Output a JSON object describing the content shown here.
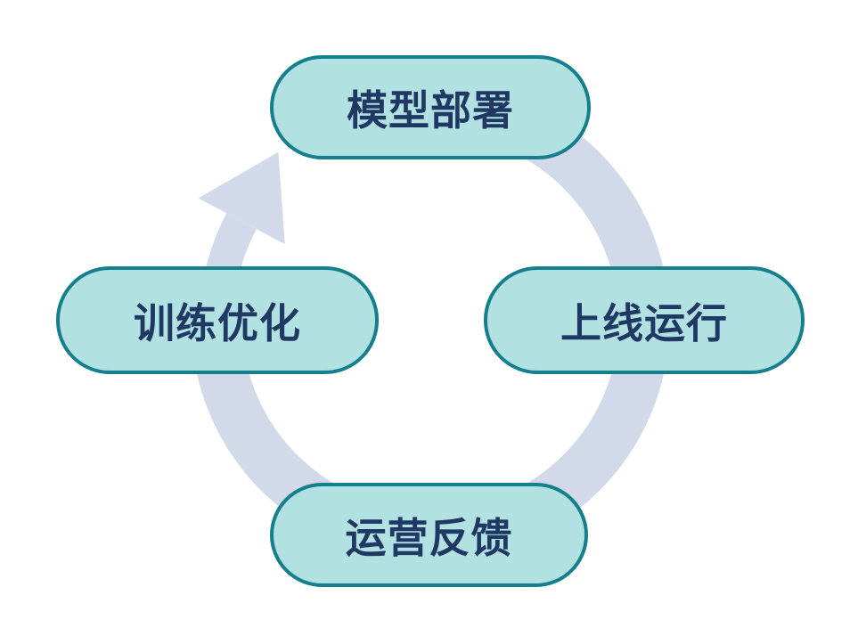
{
  "diagram": {
    "type": "cycle",
    "direction": "clockwise",
    "nodes": [
      {
        "id": "top",
        "label": "模型部署"
      },
      {
        "id": "right",
        "label": "上线运行"
      },
      {
        "id": "bottom",
        "label": "运营反馈"
      },
      {
        "id": "left",
        "label": "训练优化"
      }
    ],
    "flow": [
      "模型部署",
      "上线运行",
      "运营反馈",
      "训练优化",
      "模型部署"
    ],
    "colors": {
      "background": "#ffffff",
      "node_fill": "#b2e1e1",
      "node_border": "#157f8d",
      "node_text": "#1f3864",
      "cycle_arrow": "#d2daea"
    }
  }
}
